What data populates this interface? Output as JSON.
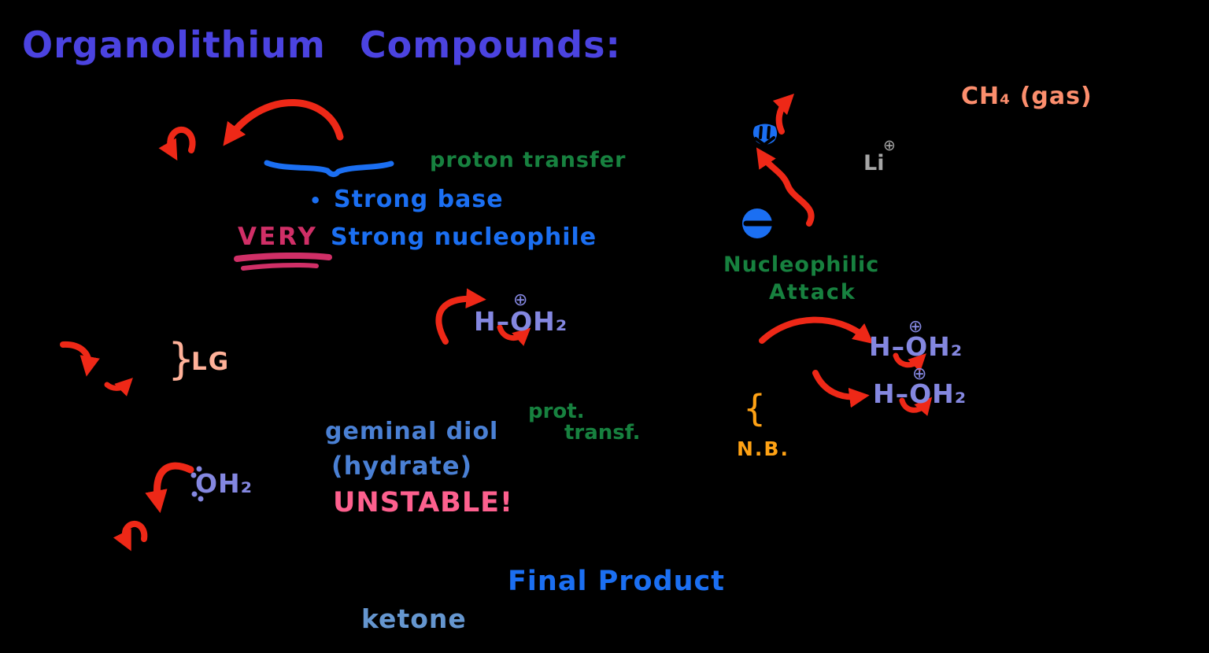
{
  "palette": {
    "bg": "#000000",
    "title_blue": "#4b43e0",
    "azure": "#1b6ff2",
    "green": "#17813f",
    "red": "#ee2817",
    "crimson": "#d02f67",
    "lavender": "#8487e0",
    "peach": "#ffb199",
    "cornflower": "#4a80d4",
    "pink": "#fd608e",
    "salmon": "#fc8e6d",
    "gray": "#a6a6a6",
    "orange": "#ffa214",
    "steel": "#6596cf"
  },
  "title": "Organolithium Compounds:",
  "properties": {
    "bullet": "•",
    "strong_base": "Strong base",
    "very": "VERY",
    "strong_nucleophile": "Strong nucleophile"
  },
  "labels": {
    "proton_transfer": "proton transfer",
    "lg_brace": "}",
    "lg": "LG",
    "geminal_diol": "geminal diol",
    "hydrate": "(hydrate)",
    "unstable": "UNSTABLE!",
    "prot": "prot.",
    "transf": "transf.",
    "nucleophilic": "Nucleophilic",
    "attack": "Attack",
    "nb_brace": "{",
    "nb": "N.B.",
    "final_product": "Final Product",
    "ketone": "ketone",
    "ch4_gas": "CH₄ (gas)",
    "li": "Li",
    "li_charge": "⊕"
  },
  "molecules": {
    "center_water": {
      "formula": "H–OH₂",
      "charge": "⊕"
    },
    "right_water_1": {
      "formula": "H–OH₂",
      "charge": "⊕"
    },
    "right_water_2": {
      "formula": "H–OH₂",
      "charge": "⊕"
    },
    "left_water": {
      "formula": "OH₂"
    }
  },
  "symbols": {
    "carbanion_minus": "circled-minus-icon",
    "methyl_carbanion": "methyl-group-glyph"
  }
}
